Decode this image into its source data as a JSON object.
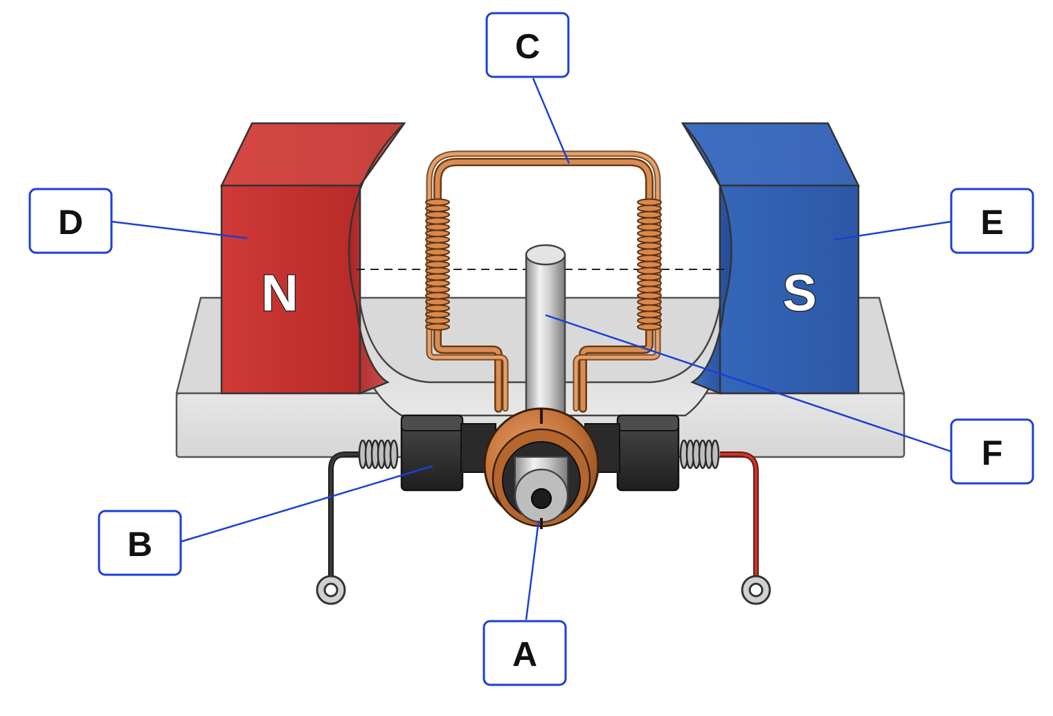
{
  "poles": {
    "north": "N",
    "south": "S"
  },
  "callouts": {
    "a": "A",
    "b": "B",
    "c": "C",
    "d": "D",
    "e": "E",
    "f": "F"
  },
  "colors": {
    "north_magnet": "#c93431",
    "south_magnet": "#2f5fb0",
    "copper": "#c77a3e",
    "base": "#e2e2e2",
    "callout_border": "#1a3fd6",
    "wire_negative": "#2a2a2a",
    "wire_positive": "#b02a24"
  }
}
